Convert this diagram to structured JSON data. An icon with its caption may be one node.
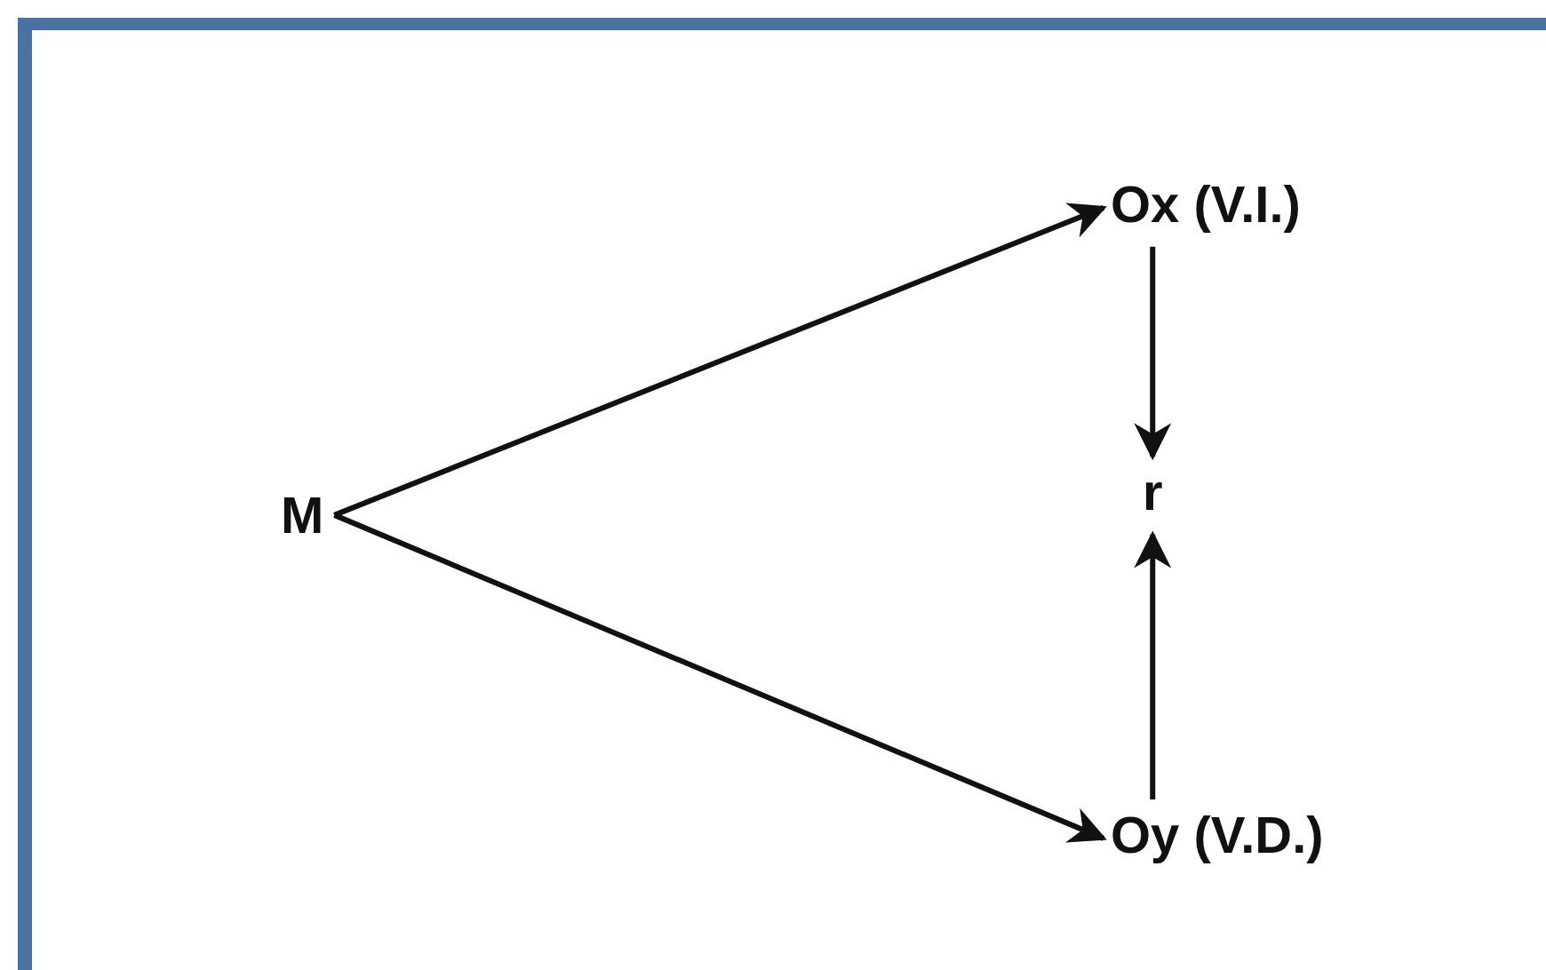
{
  "diagram": {
    "nodes": [
      {
        "text": [
          "M"
        ]
      },
      {
        "text": [
          "Ox (V.I.)"
        ]
      },
      {
        "text": [
          "r"
        ]
      },
      {
        "text": [
          "Oy (V.D.)"
        ]
      }
    ],
    "edges": [
      {
        "from": 0,
        "to": 1,
        "arrow": "to"
      },
      {
        "from": 0,
        "to": 3,
        "arrow": "to"
      },
      {
        "from": 1,
        "to": 2,
        "arrow": "to"
      },
      {
        "from": 3,
        "to": 2,
        "arrow": "to"
      }
    ]
  }
}
